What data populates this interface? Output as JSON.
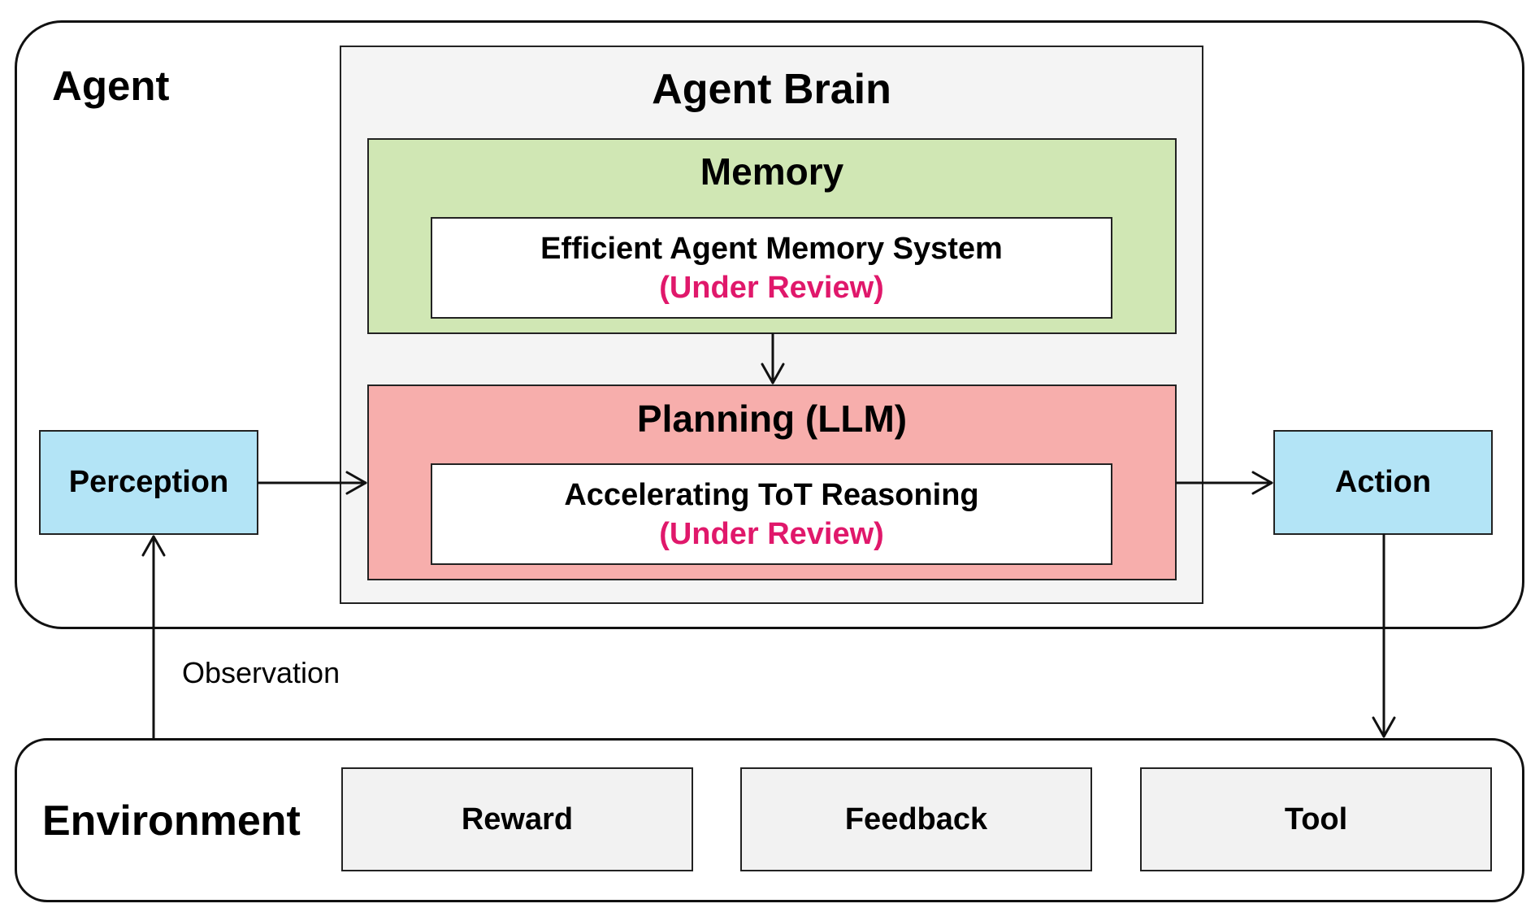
{
  "agent": {
    "title": "Agent",
    "brain": {
      "title": "Agent Brain",
      "memory": {
        "title": "Memory",
        "item_name": "Efficient Agent Memory System",
        "item_status": "(Under Review)"
      },
      "planning": {
        "title": "Planning (LLM)",
        "item_name": "Accelerating ToT Reasoning",
        "item_status": "(Under Review)"
      }
    },
    "perception": "Perception",
    "action": "Action"
  },
  "environment": {
    "title": "Environment",
    "items": [
      "Reward",
      "Feedback",
      "Tool"
    ]
  },
  "edges": {
    "observation_label": "Observation"
  },
  "colors": {
    "memory_fill": "#d0e7b4",
    "planning_fill": "#f7aeac",
    "io_fill": "#b3e4f6",
    "brain_fill": "#f4f4f4",
    "env_item_fill": "#f2f2f2",
    "status_text": "#e0186b"
  }
}
